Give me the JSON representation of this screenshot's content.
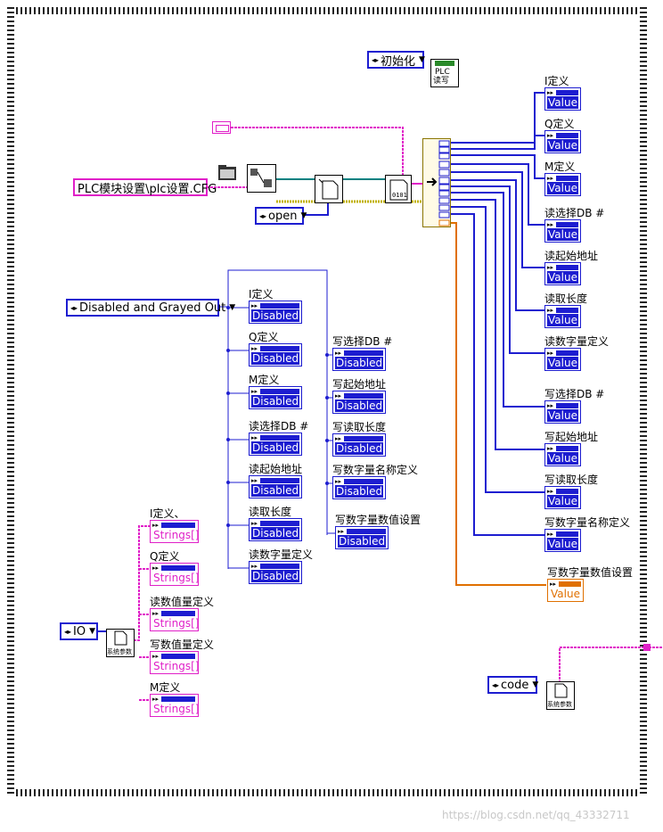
{
  "enum_init": "初始化",
  "plc_rw_icon": {
    "line1": "PLC",
    "line2": "读写"
  },
  "config_path": "PLC模块设置\\plc设置.CFG",
  "open_enum": "open",
  "disabled_enum": "Disabled and Grayed Out",
  "io_enum": "IO",
  "code_enum": "code",
  "subvi_label": "系统参数",
  "value_text": "Value",
  "disabled_text": "Disabled",
  "strings_text": "Strings[]",
  "value_indicators": [
    {
      "label": "I定义"
    },
    {
      "label": "Q定义"
    },
    {
      "label": "M定义"
    },
    {
      "label": "读选择DB #"
    },
    {
      "label": "读起始地址"
    },
    {
      "label": "读取长度"
    },
    {
      "label": "读数字量定义"
    },
    {
      "label": "写选择DB #"
    },
    {
      "label": "写起始地址"
    },
    {
      "label": "写读取长度"
    },
    {
      "label": "写数字量名称定义"
    },
    {
      "label": "写数字量数值设置"
    }
  ],
  "disabled_col1": [
    {
      "label": "I定义"
    },
    {
      "label": "Q定义"
    },
    {
      "label": "M定义"
    },
    {
      "label": "读选择DB #"
    },
    {
      "label": "读起始地址"
    },
    {
      "label": "读取长度"
    },
    {
      "label": "读数字量定义"
    }
  ],
  "disabled_col2": [
    {
      "label": "写选择DB #"
    },
    {
      "label": "写起始地址"
    },
    {
      "label": "写读取长度"
    },
    {
      "label": "写数字量名称定义"
    },
    {
      "label": "写数字量数值设置"
    }
  ],
  "string_indicators": [
    {
      "label": "I定义、"
    },
    {
      "label": "Q定义"
    },
    {
      "label": "读数值量定义"
    },
    {
      "label": "写数值量定义"
    },
    {
      "label": "M定义"
    }
  ],
  "colors": {
    "wire_blue": "#1d1dd0",
    "wire_pink": "#e020c8",
    "wire_orange": "#e07000",
    "wire_teal": "#008080"
  },
  "watermark": "https://blog.csdn.net/qq_43332711"
}
